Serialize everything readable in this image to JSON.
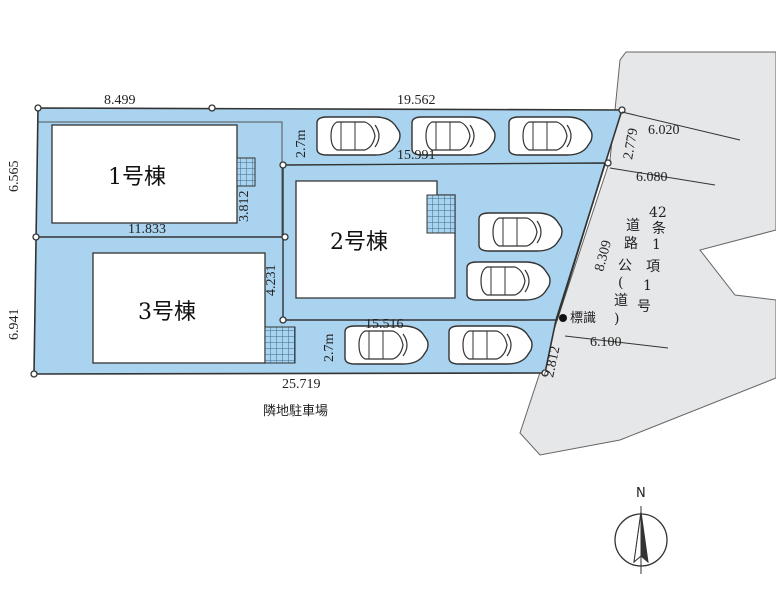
{
  "buildings": {
    "b1": "1号棟",
    "b2": "2号棟",
    "b3": "3号棟"
  },
  "dimensions": {
    "top_left": "8.499",
    "top_right": "19.562",
    "left_upper": "6.565",
    "left_lower": "6.941",
    "divider": "11.833",
    "bottom": "25.719",
    "parking_width_top": "2.7m",
    "parking_width_bottom": "2.7m",
    "inner_top": "15.991",
    "inner_bottom": "15.516",
    "b2_gap_top": "3.812",
    "b2_gap_bottom": "4.231",
    "right_frontage": "8.309",
    "right_top": "2.779",
    "right_bottom": "2.812",
    "road_width_1": "6.020",
    "road_width_2": "6.080",
    "road_width_3": "6.100"
  },
  "road": {
    "l1": "42",
    "l2": "条",
    "l3": "道",
    "l4": "1",
    "l5": "路",
    "l6": "項",
    "l7": "公",
    "l8": "1",
    "l9": "道",
    "l10": "号",
    "paren_open": "(",
    "paren_close": ")"
  },
  "marker_label": "標識",
  "neighbor_label": "隣地駐車場",
  "compass_label": "N",
  "colors": {
    "lot_fill": "#a9d3ee",
    "road_fill": "#e6e7e9",
    "building_fill": "#ffffff",
    "outline": "#333333"
  }
}
